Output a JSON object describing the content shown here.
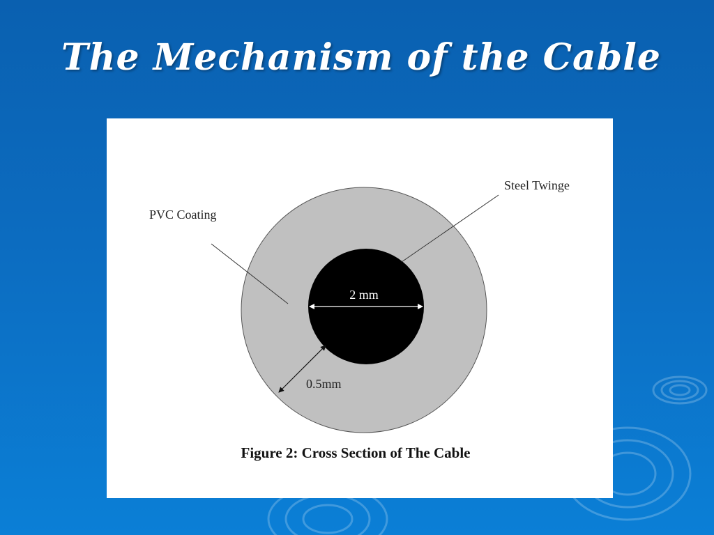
{
  "slide": {
    "title": "The Mechanism of the Cable"
  },
  "figure": {
    "labels": {
      "steel": "Steel Twinge",
      "pvc": "PVC Coating",
      "diameter": "2 mm",
      "thickness": "0.5mm"
    },
    "caption": "Figure 2: Cross Section of The Cable"
  },
  "colors": {
    "background": "#0c6cc0",
    "panel": "#ffffff",
    "coating": "#c0c0c0",
    "core": "#000000"
  }
}
